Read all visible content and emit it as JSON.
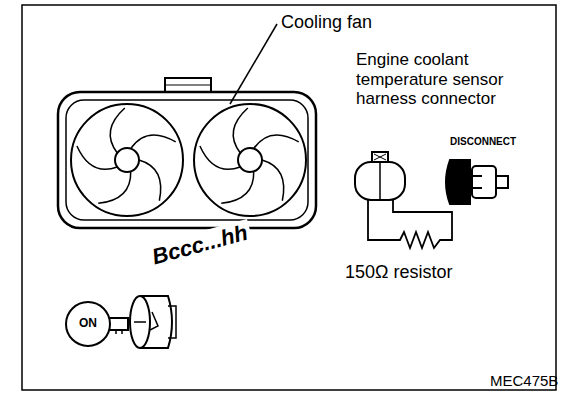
{
  "diagram": {
    "labels": [
      "Cooling fan",
      "Engine coolant temperature sensor harness connector",
      "DISCONNECT",
      "150Ω resistor",
      "Bccc...hh",
      "ON",
      "MEC475B"
    ]
  }
}
